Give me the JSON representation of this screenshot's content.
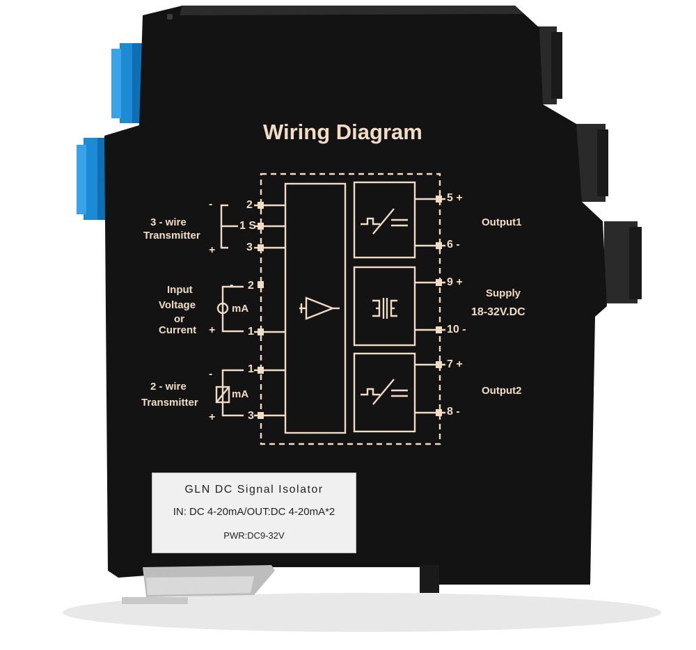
{
  "product": {
    "title": "Wiring Diagram",
    "inputs": {
      "three_wire": {
        "label_line1": "3 - wire",
        "label_line2": "Transmitter",
        "minus": "-",
        "plus": "+",
        "t2": "2",
        "t1s": "1 S",
        "t3": "3"
      },
      "voltage_current": {
        "line1": "Input",
        "line2": "Voltage",
        "line3": "or",
        "line4": "Current",
        "unit": "mA",
        "minus": "-",
        "plus": "+",
        "t2": "2",
        "t1": "1"
      },
      "two_wire": {
        "label_line1": "2 - wire",
        "label_line2": "Transmitter",
        "unit": "mA",
        "minus": "-",
        "plus": "+",
        "t1": "1",
        "t3": "3"
      }
    },
    "outputs": {
      "t5": "5 +",
      "t6": "6 -",
      "t9": "9 +",
      "t10": "10 -",
      "t7": "7 +",
      "t8": "8 -",
      "output1": "Output1",
      "supply_line1": "Supply",
      "supply_line2": "18-32V.DC",
      "output2": "Output2"
    },
    "nameplate": {
      "line1": "GLN DC Signal Isolator",
      "line2": "IN: DC  4-20mA/OUT:DC 4-20mA*2",
      "line3": "PWR:DC9-32V"
    },
    "colors": {
      "body": "#121212",
      "print": "#f1dcc6",
      "connector": "#1e8fd8",
      "plate": "#f0f0f0"
    }
  }
}
